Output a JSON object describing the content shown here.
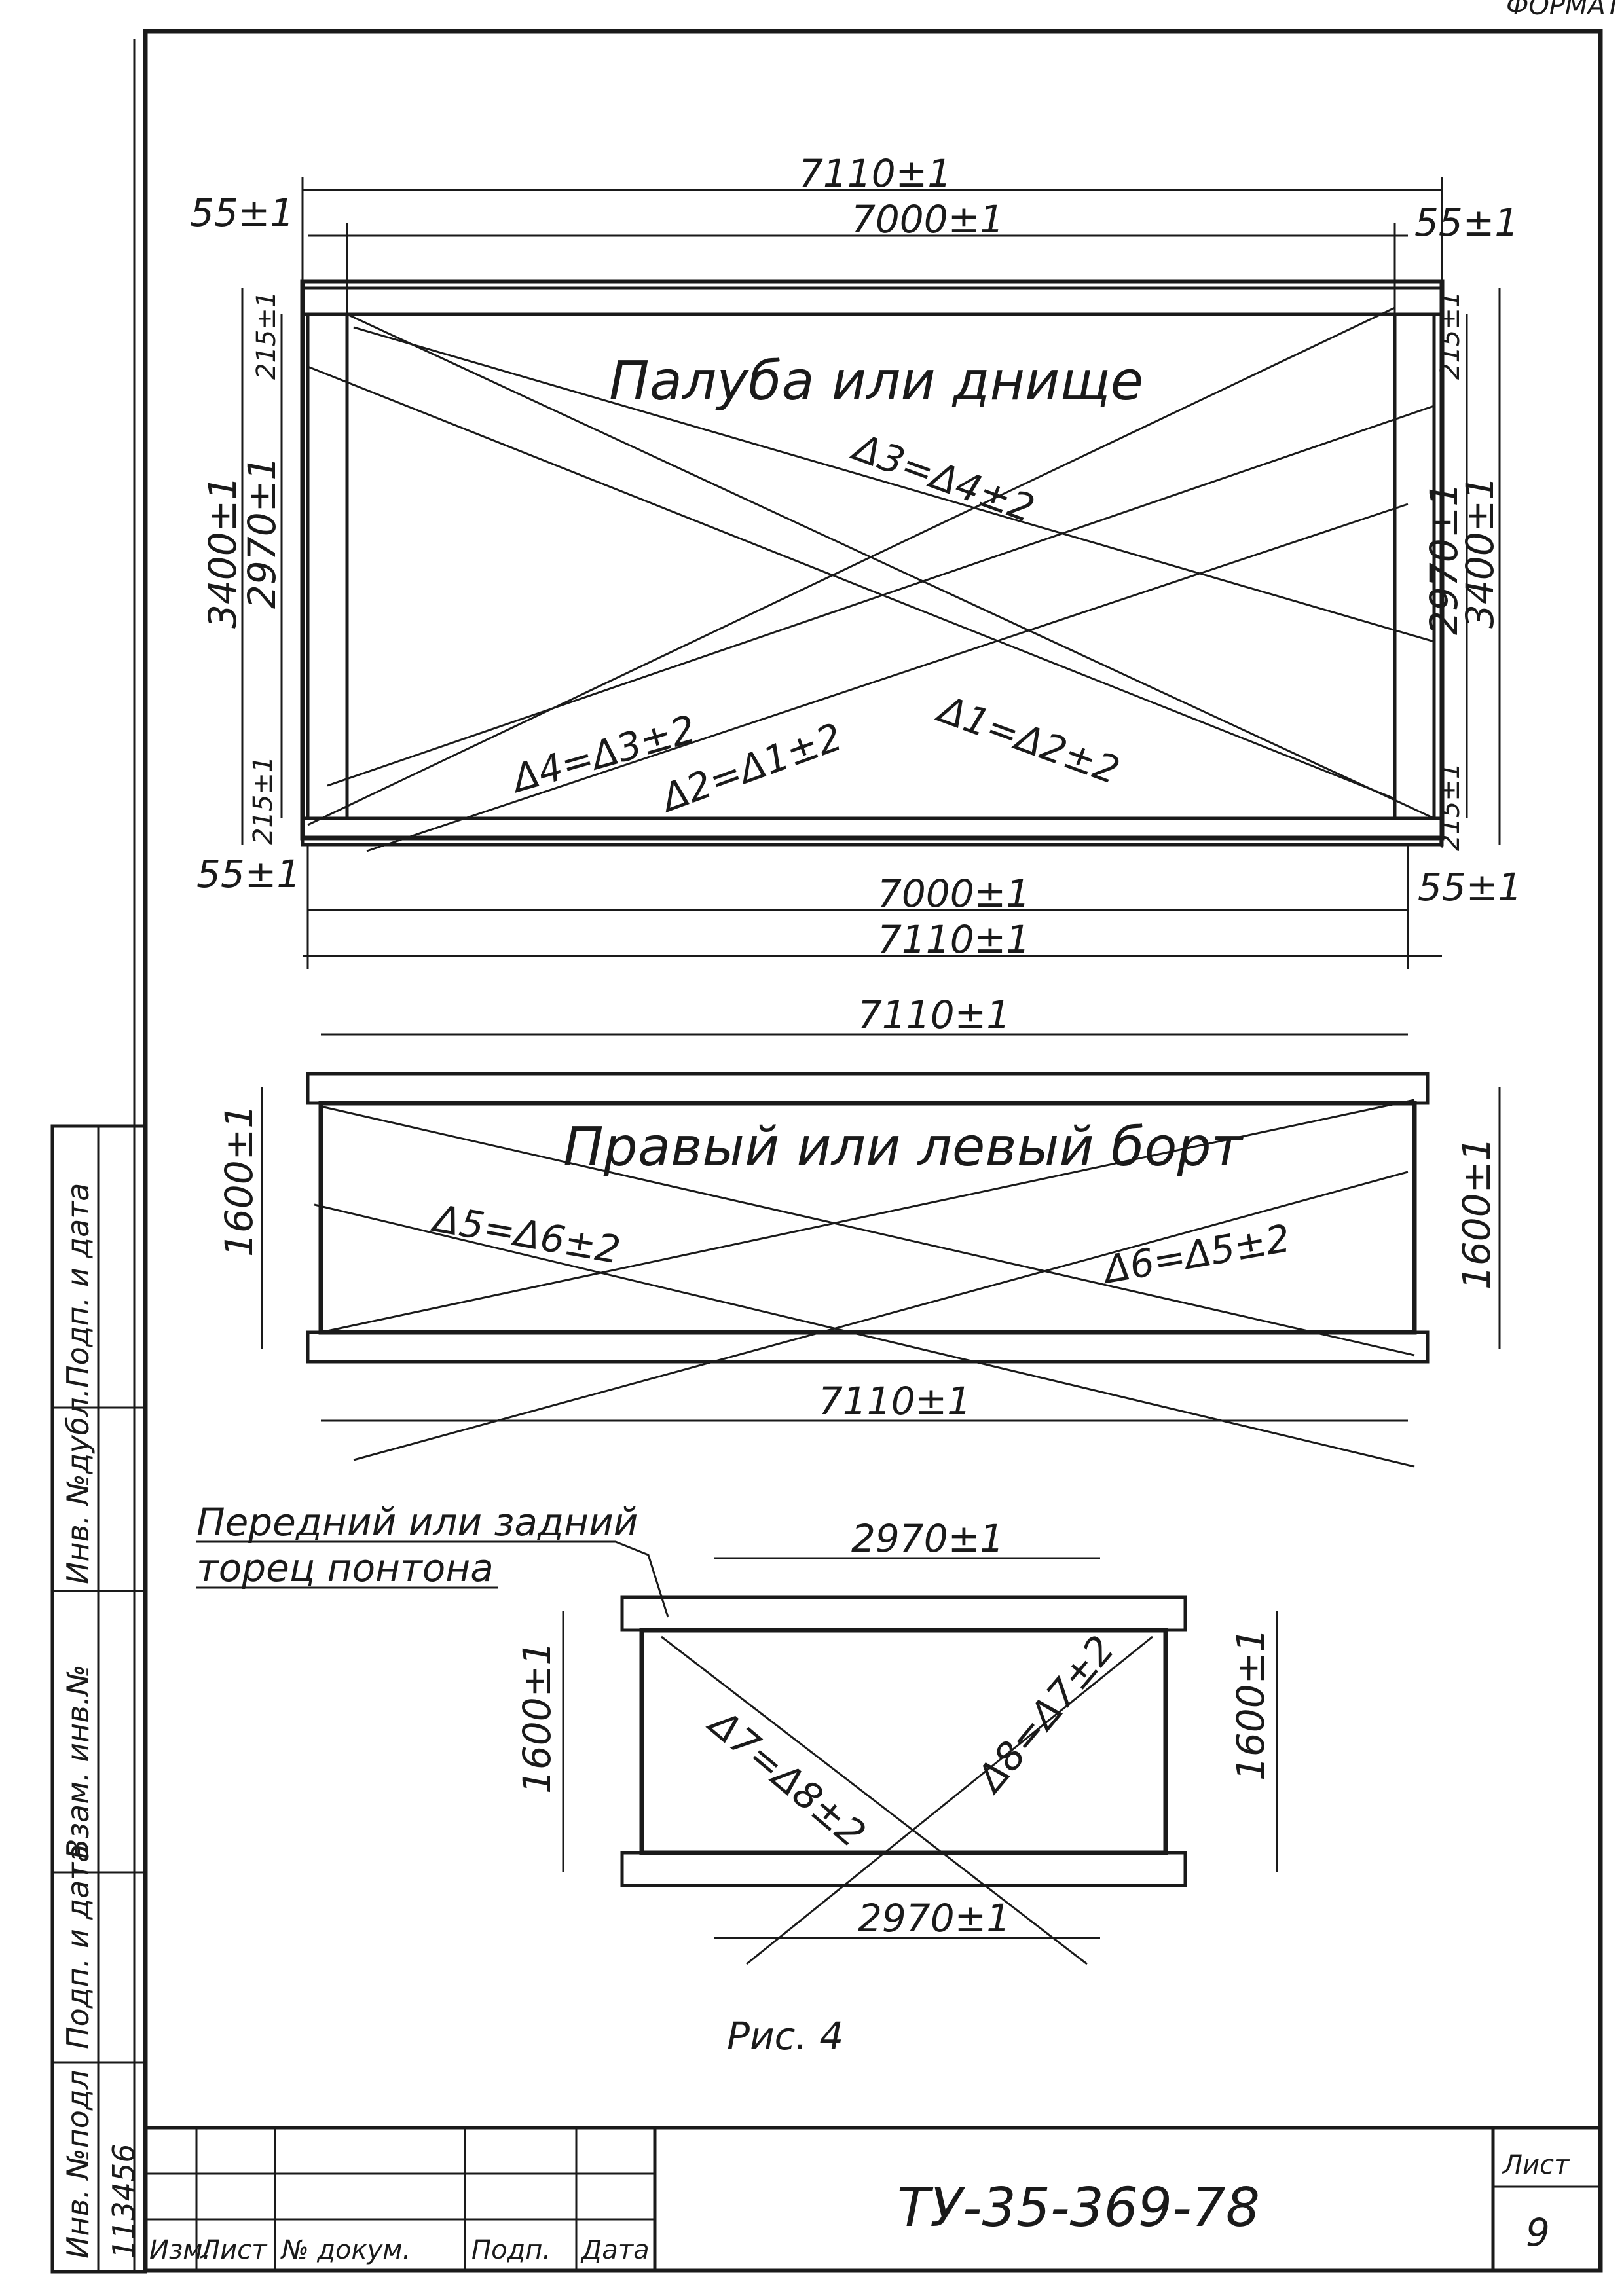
{
  "header_corner": "ФОРМАТ",
  "fig1": {
    "title": "Палуба или днище",
    "dims": {
      "top_overall": "7110±1",
      "top_inner": "7000±1",
      "left_offset_top": "55±1",
      "right_offset_top": "55±1",
      "bottom_inner": "7000±1",
      "bottom_overall": "7110±1",
      "left_offset_bottom": "55±1",
      "right_offset_bottom": "55±1",
      "left_height_outer": "3400±1",
      "left_height_inner": "2970±1",
      "left_top_small": "215±1",
      "left_bottom_small": "215±1",
      "right_height_outer": "3400±1",
      "right_height_inner": "2970±1",
      "right_top_small": "215±1",
      "right_bottom_small": "215±1"
    },
    "diagonals": {
      "d3_d4": "Δ3=Δ4±2",
      "d4_d3": "Δ4=Δ3±2",
      "d2_d1": "Δ2=Δ1±2",
      "d1_d2": "Δ1=Δ2±2"
    }
  },
  "fig2": {
    "title": "Правый или левый борт",
    "dims": {
      "top": "7110±1",
      "bottom": "7110±1",
      "left_height": "1600±1",
      "right_height": "1600±1"
    },
    "diagonals": {
      "d5_d6": "Δ5=Δ6±2",
      "d6_d5": "Δ6=Δ5±2"
    }
  },
  "fig3": {
    "label_line1": "Передний или задний",
    "label_line2": "торец понтона",
    "dims": {
      "top": "2970±1",
      "bottom": "2970±1",
      "left_height": "1600±1",
      "right_height": "1600±1"
    },
    "diagonals": {
      "d7_d8": "Δ7=Δ8±2",
      "d8_d7": "Δ8=Δ7±2"
    }
  },
  "caption": "Рис. 4",
  "side_stamp": {
    "col1": "Инв. №подл",
    "col2": "Подп. и дата",
    "col3": "Взам. инв.№",
    "col4": "Инв. №дубл.",
    "col5": "Подп. и дата",
    "inv_number": "113456"
  },
  "title_block": {
    "h_izm": "Изм.",
    "h_list": "Лист",
    "h_doc": "№ докум.",
    "h_sign": "Подп.",
    "h_date": "Дата",
    "designation": "ТУ-35-369-78",
    "sheet_label": "Лист",
    "sheet_number": "9"
  }
}
